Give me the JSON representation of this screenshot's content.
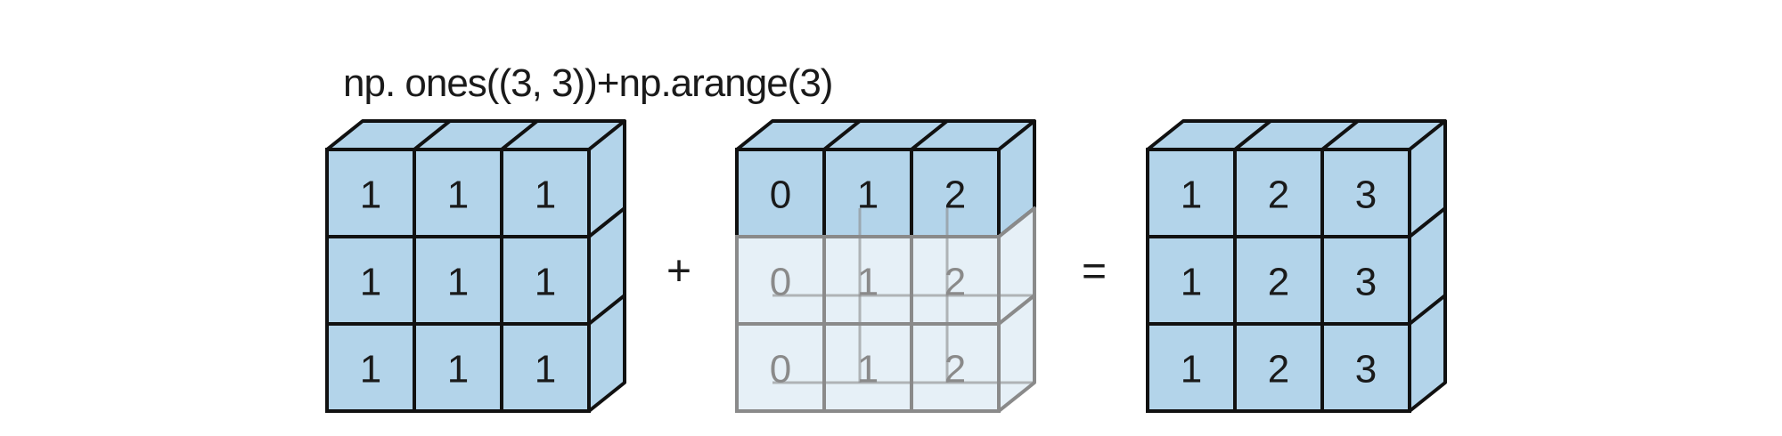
{
  "caption": "np. ones((3, 3))+np.arange(3)",
  "operators": {
    "plus": "+",
    "equals": "="
  },
  "colors": {
    "cell_fill": "#b3d4ea",
    "ghost_fill": "#dce9f4",
    "stroke": "#111111",
    "ghost_stroke": "#8a8a8a",
    "text": "#1a1a1a",
    "ghost_text": "#8a8a8a"
  },
  "arrays": [
    {
      "id": "ones",
      "rows": [
        [
          "1",
          "1",
          "1"
        ],
        [
          "1",
          "1",
          "1"
        ],
        [
          "1",
          "1",
          "1"
        ]
      ],
      "ghost_rows": [
        false,
        false,
        false
      ]
    },
    {
      "id": "arange",
      "rows": [
        [
          "0",
          "1",
          "2"
        ],
        [
          "0",
          "1",
          "2"
        ],
        [
          "0",
          "1",
          "2"
        ]
      ],
      "ghost_rows": [
        false,
        true,
        true
      ]
    },
    {
      "id": "result",
      "rows": [
        [
          "1",
          "2",
          "3"
        ],
        [
          "1",
          "2",
          "3"
        ],
        [
          "1",
          "2",
          "3"
        ]
      ],
      "ghost_rows": [
        false,
        false,
        false
      ]
    }
  ]
}
